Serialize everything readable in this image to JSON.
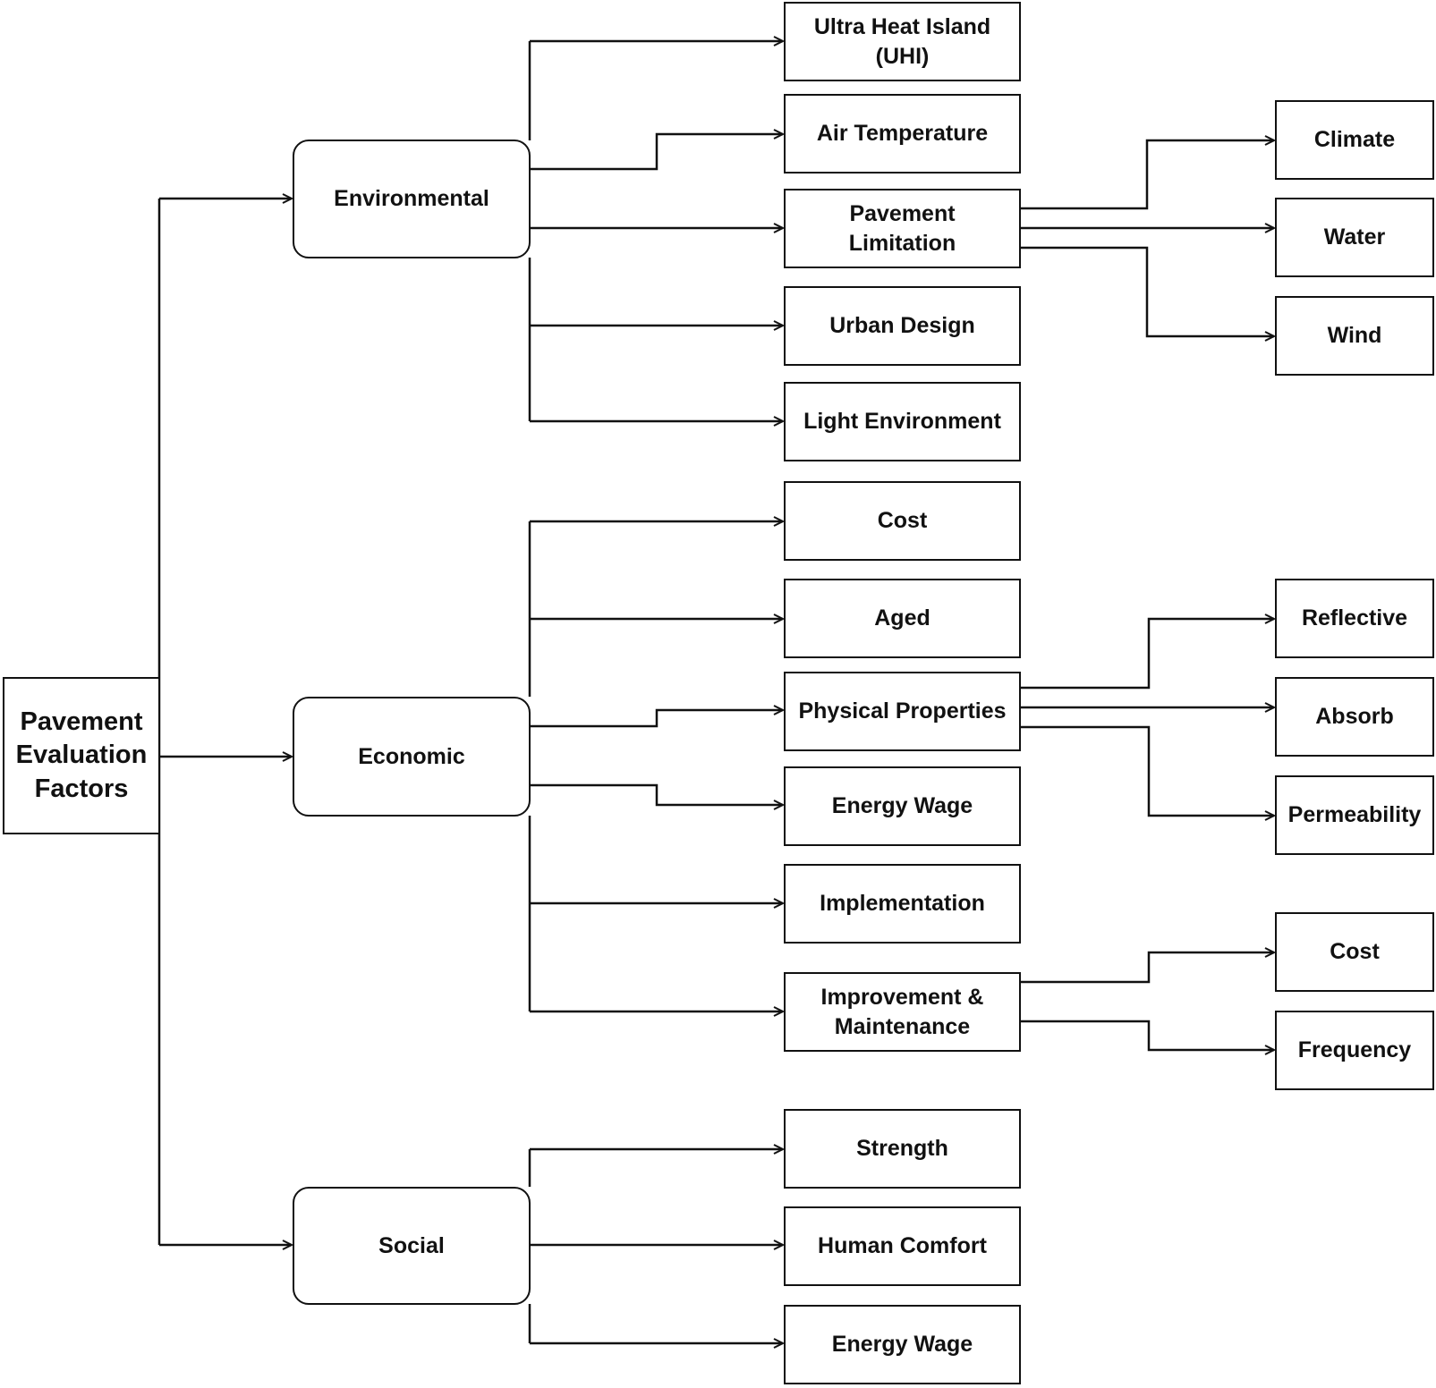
{
  "root": {
    "label": "Pavement\nEvaluation\nFactors"
  },
  "categories": {
    "environmental": "Environmental",
    "economic": "Economic",
    "social": "Social"
  },
  "environmental": {
    "uhi": "Ultra Heat Island\n(UHI)",
    "air_temperature": "Air Temperature",
    "pavement_limitation": "Pavement\nLimitation",
    "urban_design": "Urban Design",
    "light_environment": "Light Environment",
    "pavement_limitation_children": {
      "climate": "Climate",
      "water": "Water",
      "wind": "Wind"
    }
  },
  "economic": {
    "cost": "Cost",
    "aged": "Aged",
    "physical_properties": "Physical Properties",
    "energy_wage": "Energy Wage",
    "implementation": "Implementation",
    "improvement_maintenance": "Improvement &\nMaintenance",
    "physical_properties_children": {
      "reflective": "Reflective",
      "absorb": "Absorb",
      "permeability": "Permeability"
    },
    "improvement_children": {
      "cost": "Cost",
      "frequency": "Frequency"
    }
  },
  "social": {
    "strength": "Strength",
    "human_comfort": "Human Comfort",
    "energy_wage": "Energy Wage"
  }
}
